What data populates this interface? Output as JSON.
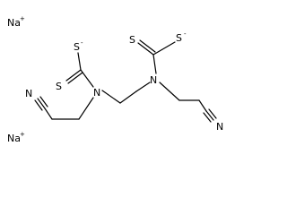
{
  "molecule": {
    "ions": [
      {
        "symbol": "Na",
        "charge": "+"
      },
      {
        "symbol": "Na",
        "charge": "+"
      }
    ],
    "atoms": {
      "s_thiolate": "S",
      "s_thiolate_charge": "-",
      "s_thione": "S",
      "amine_n": "N",
      "nitrile_n": "N",
      "nitrile_c": "C"
    }
  }
}
